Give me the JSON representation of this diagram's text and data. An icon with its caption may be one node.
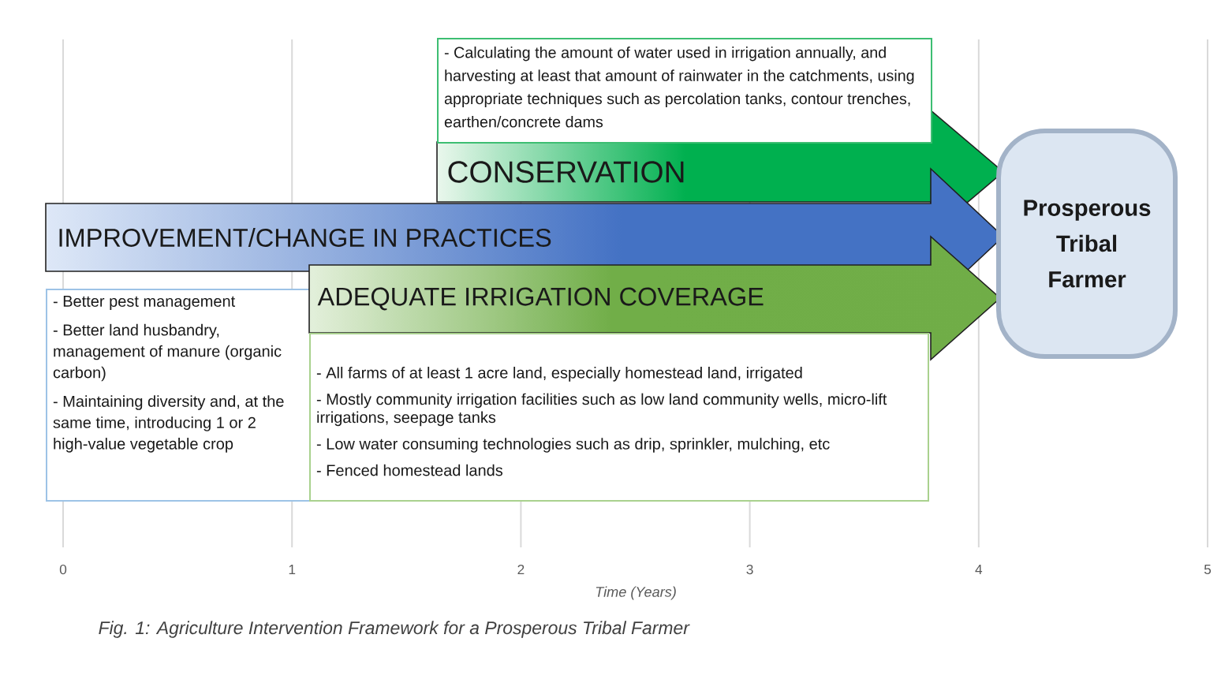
{
  "diagram": {
    "caption": "Fig. 1: Agriculture Intervention Framework for a Prosperous Tribal Farmer",
    "nodes": [
      {
        "text": [
          "- Calculating the amount of water used in irrigation annually, and harvesting at least that amount of rainwater in the catchments, using appropriate techniques such as percolation tanks, contour trenches, earthen/concrete dams"
        ]
      },
      {
        "text": [
          "CONSERVATION"
        ]
      },
      {
        "text": [
          "IMPROVEMENT/CHANGE IN PRACTICES"
        ]
      },
      {
        "text": [
          "- Better pest management",
          "- Better land husbandry, management of manure (organic carbon)",
          "- Maintaining diversity and, at the same time, introducing 1 or 2 high-value vegetable crop"
        ]
      },
      {
        "text": [
          "ADEQUATE IRRIGATION COVERAGE"
        ]
      },
      {
        "text": [
          "- All farms of at least 1 acre land, especially homestead land, irrigated",
          "- Mostly community irrigation facilities such as low land community wells, micro-lift irrigations, seepage tanks",
          "- Low water consuming technologies such as drip, sprinkler, mulching, etc",
          "- Fenced homestead lands"
        ]
      },
      {
        "text": [
          "Prosperous Tribal Farmer"
        ]
      }
    ],
    "labels": [
      "0",
      "1",
      "2",
      "3",
      "4",
      "5",
      "Time (Years)"
    ]
  }
}
